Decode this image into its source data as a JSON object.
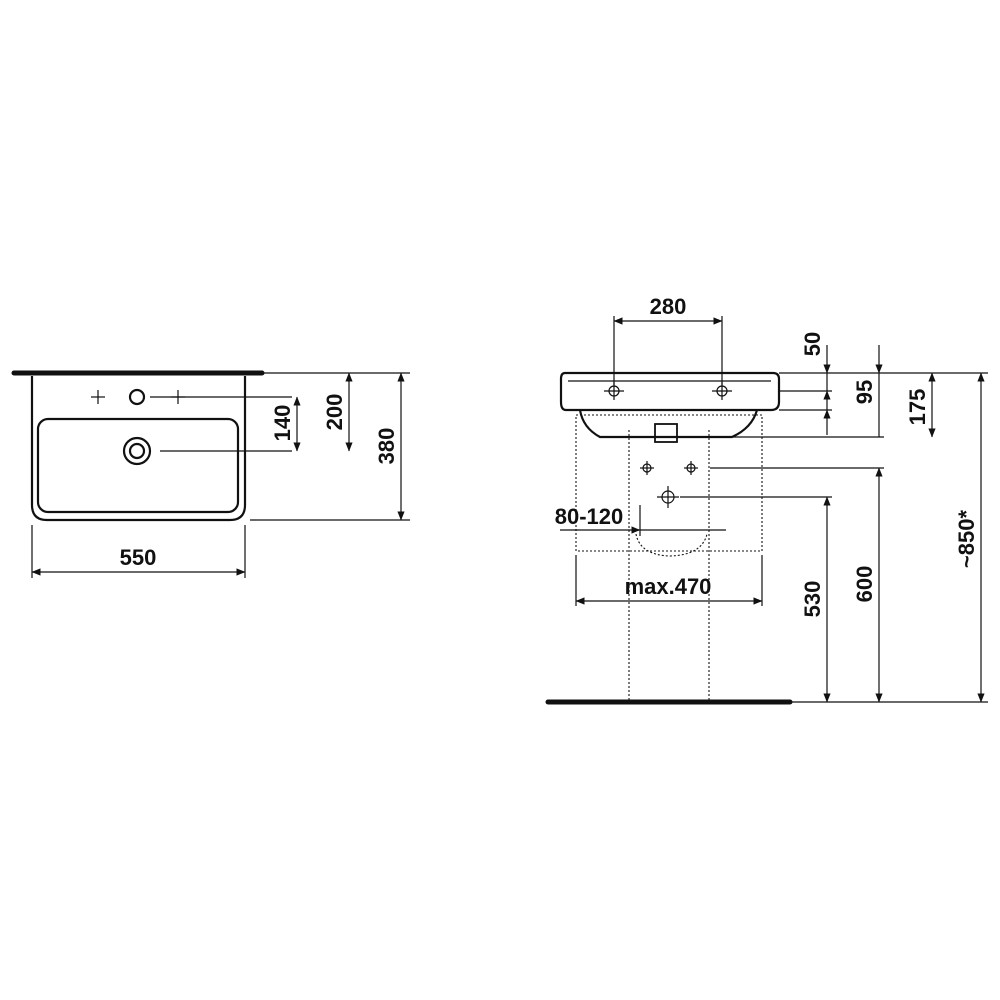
{
  "dimensions": {
    "top_view": {
      "width": "550",
      "depth_overall": "380",
      "tap_hole_to_waste": "140",
      "wall_to_waste": "200"
    },
    "front_view": {
      "fixing_holes_spacing": "280",
      "rim_to_fixing": "50",
      "fixing_height": "95",
      "waste_drop": "175",
      "overall_height": "~850*",
      "waste_outlet_range": "80-120",
      "max_width": "max.470",
      "waste_height_low": "530",
      "waste_height_high": "600"
    }
  },
  "colors": {
    "line": "#111111",
    "background": "#ffffff"
  }
}
